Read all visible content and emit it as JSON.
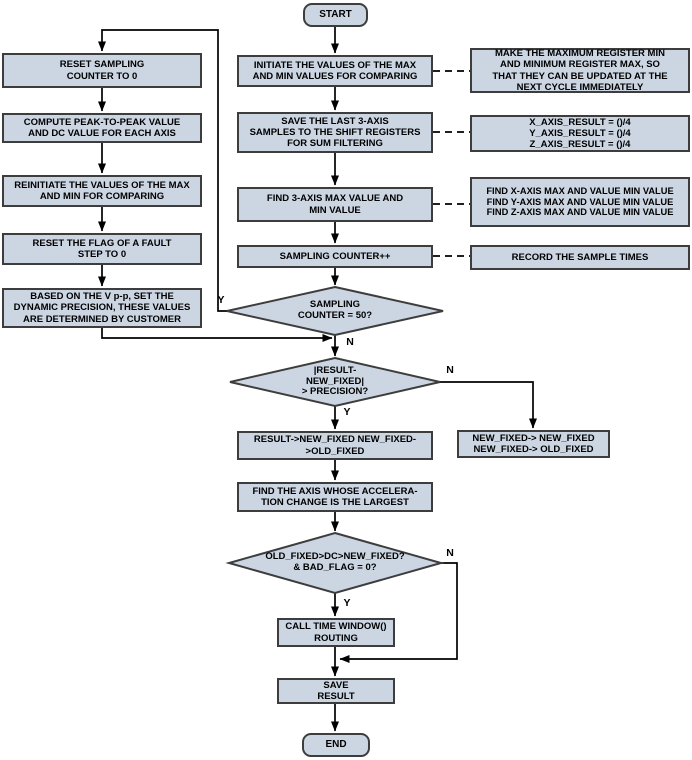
{
  "labels": {
    "yes": "Y",
    "no": "N"
  },
  "colors": {
    "node_fill": "#ccd6e3",
    "node_border": "#3d3d3d",
    "line": "#000000",
    "background": "#ffffff"
  },
  "nodes": {
    "start": {
      "label": "START"
    },
    "end": {
      "label": "END"
    },
    "left": [
      {
        "label": "RESET SAMPLING\nCOUNTER TO 0"
      },
      {
        "label": "COMPUTE PEAK-TO-PEAK VALUE\nAND DC VALUE FOR EACH AXIS"
      },
      {
        "label": "REINITIATE THE VALUES OF THE MAX\nAND MIN FOR COMPARING"
      },
      {
        "label": "RESET THE FLAG OF A FAULT\nSTEP TO 0"
      },
      {
        "label": "BASED ON THE V p-p, SET THE\nDYNAMIC PRECISION, THESE VALUES\nARE DETERMINED BY CUSTOMER"
      }
    ],
    "main": [
      {
        "label": "INITIATE THE VALUES OF THE MAX\nAND MIN VALUES FOR COMPARING"
      },
      {
        "label": "SAVE THE LAST 3-AXIS\nSAMPLES TO THE SHIFT REGISTERS\nFOR SUM FILTERING"
      },
      {
        "label": "FIND 3-AXIS MAX VALUE AND\nMIN VALUE"
      },
      {
        "label": "SAMPLING COUNTER++"
      },
      {
        "label": "RESULT->NEW_FIXED NEW_FIXED-\n>OLD_FIXED"
      },
      {
        "label": "FIND THE AXIS WHOSE ACCELERA-\nTION CHANGE IS THE LARGEST"
      },
      {
        "label": "CALL TIME WINDOW()\nROUTING"
      },
      {
        "label": "SAVE\nRESULT"
      }
    ],
    "notes": [
      {
        "label": "MAKE THE MAXIMUM REGISTER MIN\nAND MINIMUM REGISTER MAX, SO\nTHAT THEY CAN BE UPDATED AT THE\nNEXT CYCLE IMMEDIATELY"
      },
      {
        "label": "X_AXIS_RESULT = ()/4\nY_AXIS_RESULT = ()/4\nZ_AXIS_RESULT = ()/4"
      },
      {
        "label": "FIND X-AXIS MAX AND VALUE MIN VALUE\nFIND Y-AXIS MAX AND VALUE MIN VALUE\nFIND Z-AXIS MAX AND VALUE MIN VALUE"
      },
      {
        "label": "RECORD THE SAMPLE TIMES"
      }
    ],
    "decisions": [
      {
        "label": "SAMPLING\nCOUNTER = 50?"
      },
      {
        "label": "|RESULT-\nNEW_FIXED|\n> PRECISION?"
      },
      {
        "label": "OLD_FIXED>DC>NEW_FIXED?\n& BAD_FLAG = 0?"
      }
    ],
    "side": {
      "label": "NEW_FIXED-> NEW_FIXED\nNEW_FIXED-> OLD_FIXED"
    }
  }
}
